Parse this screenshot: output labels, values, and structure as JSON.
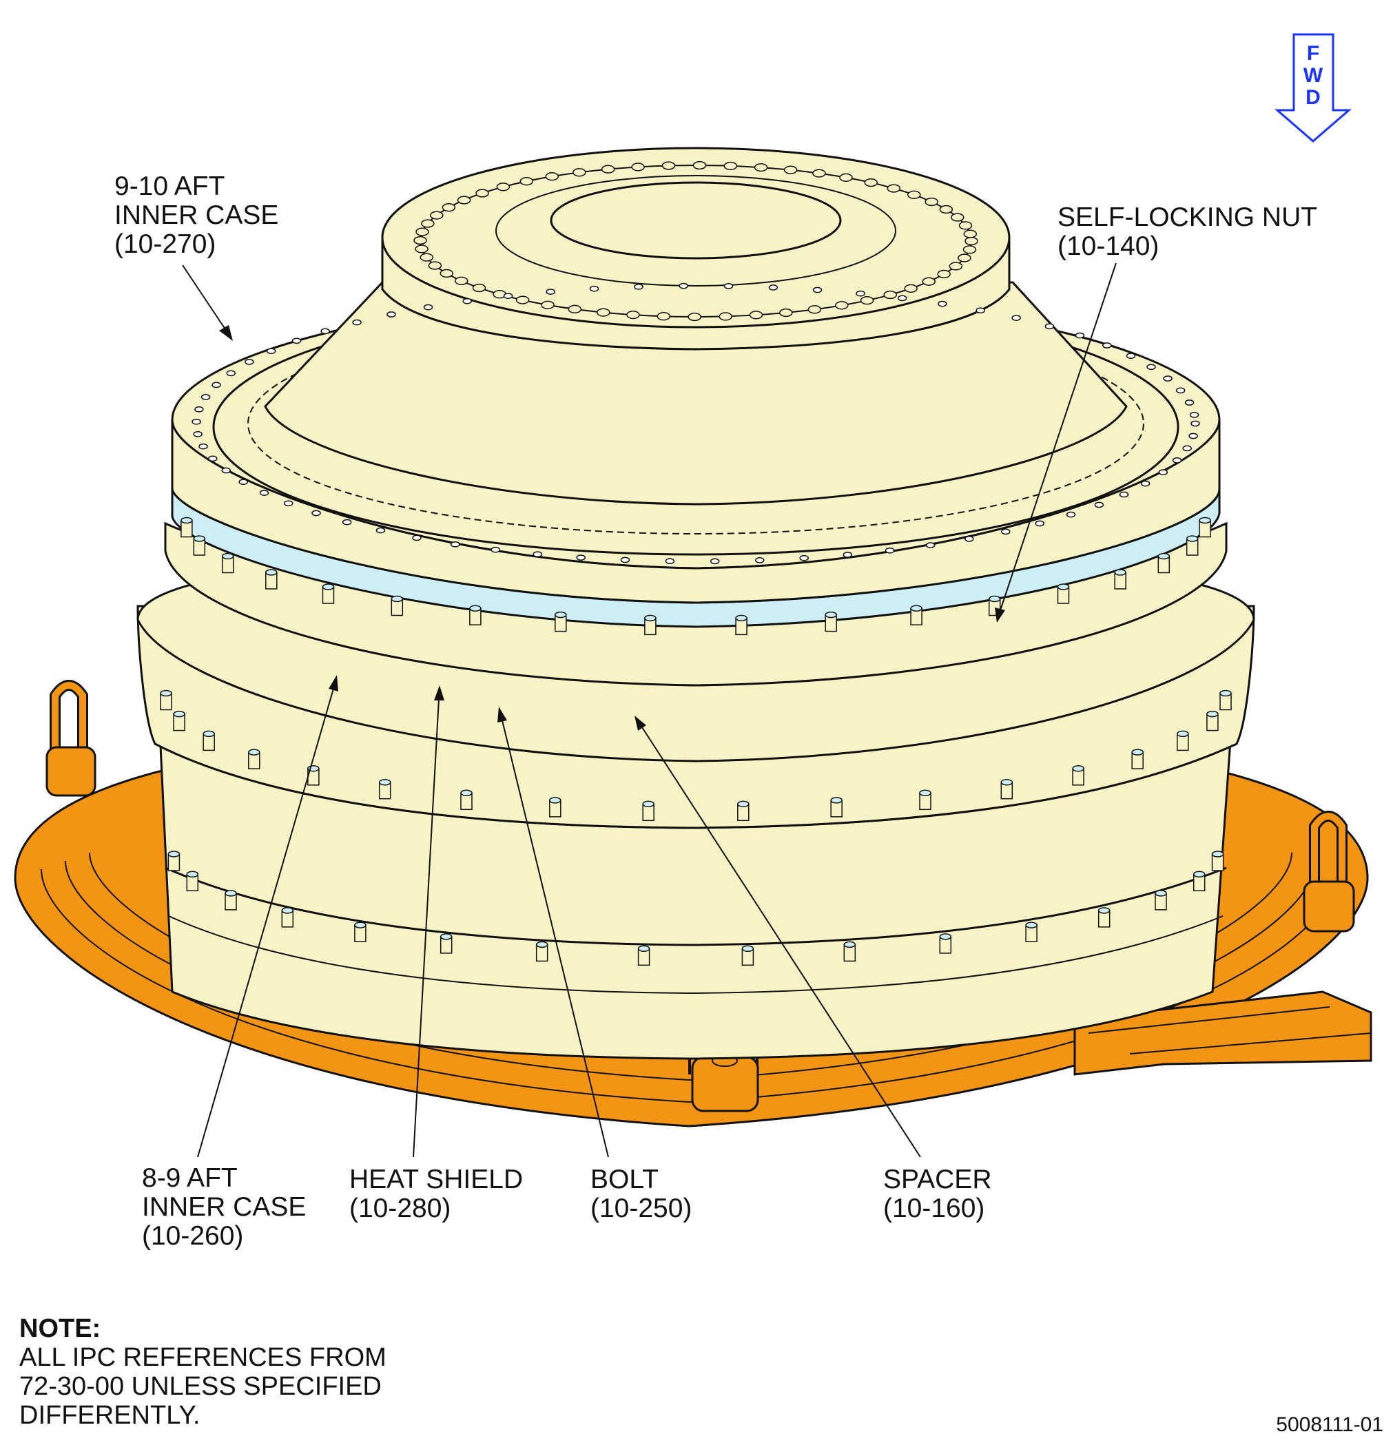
{
  "colors": {
    "case_fill": "#f7f3c7",
    "heat_shield": "#cdeef5",
    "fixture_orange": "#f39414",
    "outline": "#111111",
    "fwd_blue": "#1a33ff"
  },
  "fwd_indicator": {
    "letters": [
      "F",
      "W",
      "D"
    ],
    "icon": "down-arrow-icon"
  },
  "callouts": [
    {
      "id": "aft-inner-case-9-10",
      "lines": [
        "9-10 AFT",
        "INNER CASE",
        "(10-270)"
      ]
    },
    {
      "id": "self-locking-nut",
      "lines": [
        "SELF-LOCKING NUT",
        "(10-140)"
      ]
    },
    {
      "id": "aft-inner-case-8-9",
      "lines": [
        "8-9 AFT",
        "INNER CASE",
        "(10-260)"
      ]
    },
    {
      "id": "heat-shield",
      "lines": [
        "HEAT SHIELD",
        "(10-280)"
      ]
    },
    {
      "id": "bolt",
      "lines": [
        "BOLT",
        "(10-250)"
      ]
    },
    {
      "id": "spacer",
      "lines": [
        "SPACER",
        "(10-160)"
      ]
    }
  ],
  "note": {
    "title": "NOTE:",
    "lines": [
      "ALL IPC REFERENCES FROM",
      "72-30-00 UNLESS SPECIFIED",
      "DIFFERENTLY."
    ]
  },
  "figure_number": "5008111-01"
}
